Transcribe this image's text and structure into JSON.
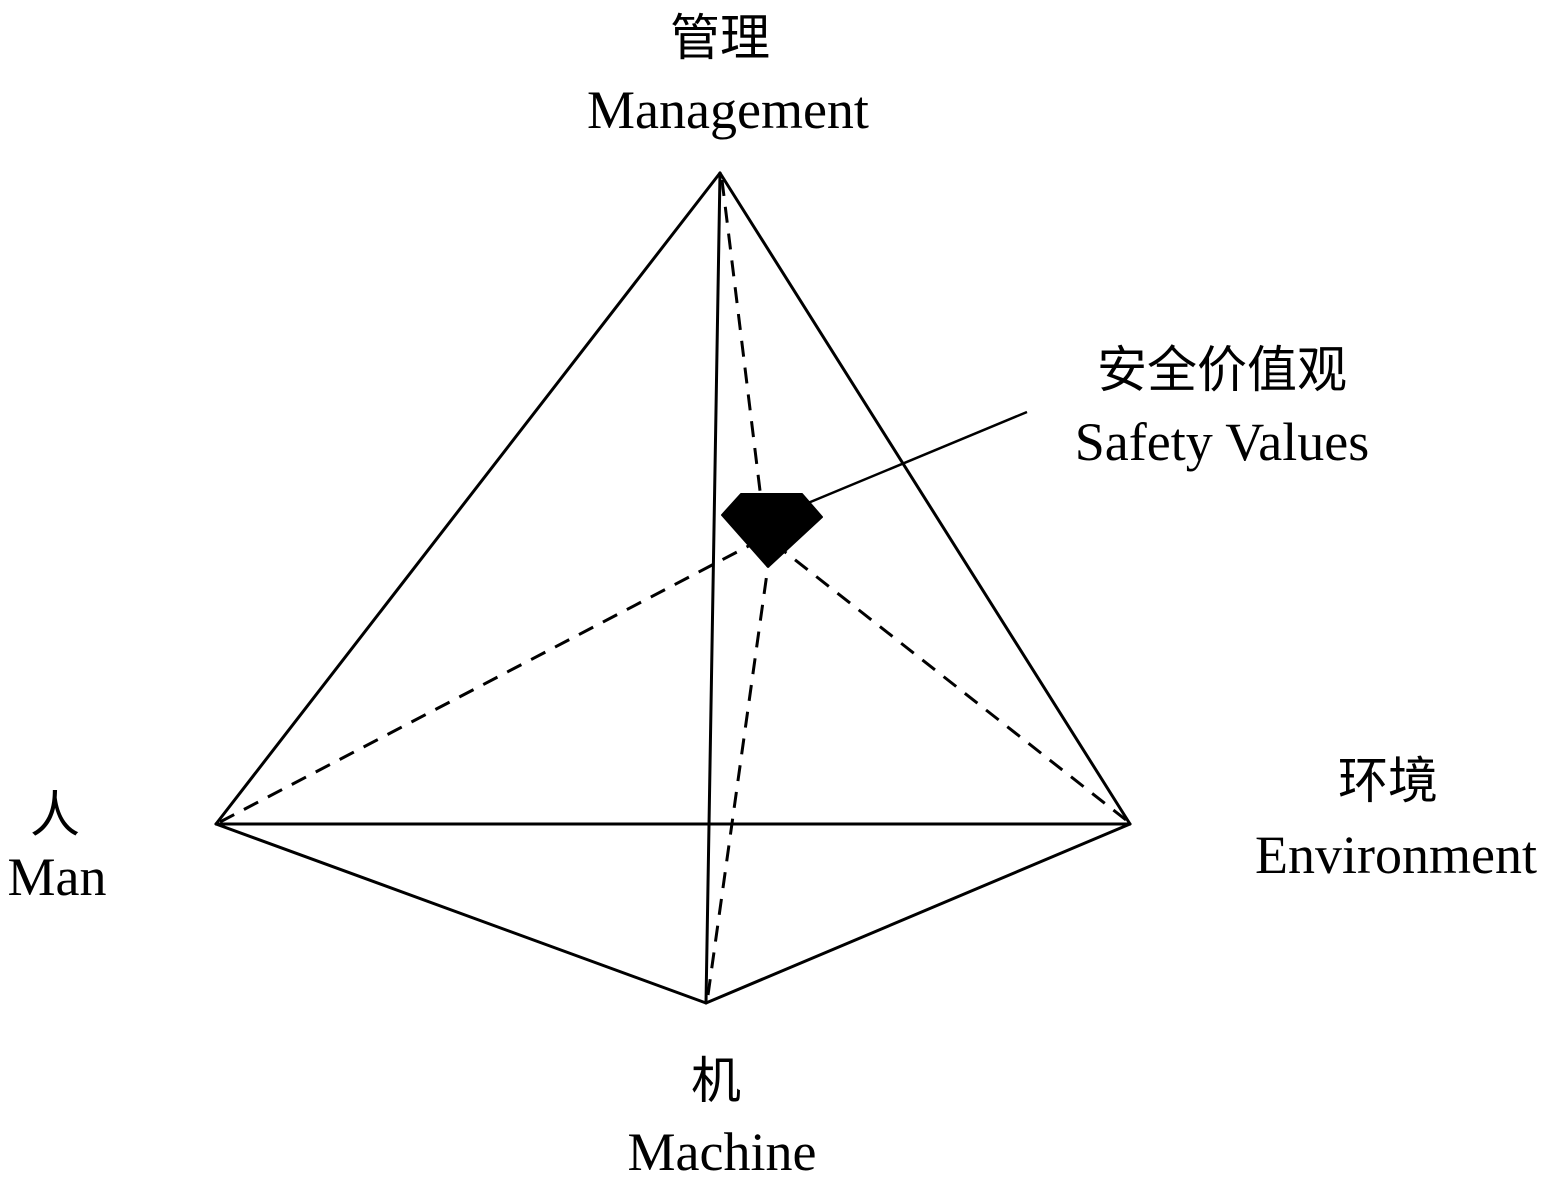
{
  "labels": {
    "management": {
      "zh": "管理",
      "en": "Management"
    },
    "safety_values": {
      "zh": "安全价值观",
      "en": "Safety Values"
    },
    "man": {
      "zh": "人",
      "en": "Man"
    },
    "environment": {
      "zh": "环境",
      "en": "Environment"
    },
    "machine": {
      "zh": "机",
      "en": "Machine"
    }
  }
}
